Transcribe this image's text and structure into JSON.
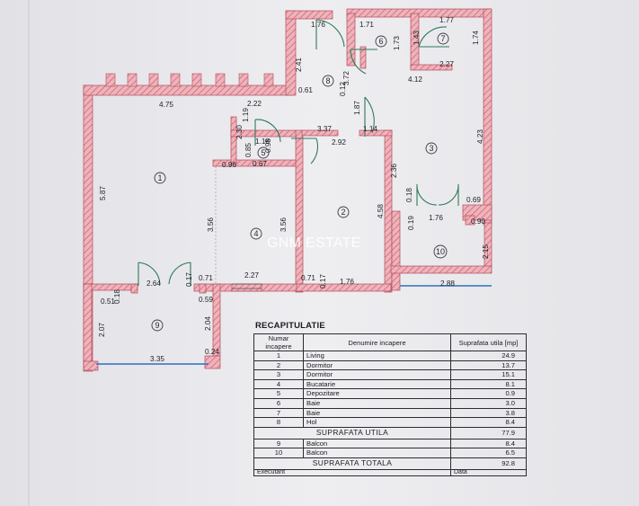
{
  "watermark": "GNM ESTATE",
  "dimensions": [
    "1.76",
    "1.71",
    "1.77",
    "2.41",
    "1.43",
    "1.73",
    "1.74",
    "2.27",
    "3.72",
    "4.12",
    "0.12",
    "0.61",
    "4.75",
    "2.22",
    "1.87",
    "1.19",
    "2.30",
    "1.18",
    "0.95",
    "0.85",
    "0.67",
    "3.37",
    "2.92",
    "1.14",
    "0.96",
    "4.23",
    "2.36",
    "5.87",
    "3.56",
    "3.56",
    "4.58",
    "0.19",
    "0.18",
    "1.76",
    "0.69",
    "0.90",
    "2.15",
    "2.64",
    "0.17",
    "0.71",
    "2.27",
    "0.71",
    "0.17",
    "1.76",
    "2.88",
    "0.51",
    "0.18",
    "0.59",
    "2.07",
    "2.04",
    "3.35",
    "0.24"
  ],
  "room_numbers": [
    "6",
    "7",
    "8",
    "5",
    "1",
    "3",
    "2",
    "4",
    "10",
    "9"
  ],
  "recap": {
    "title": "RECAPITULATIE",
    "headers": {
      "num": "Numar incapere",
      "name": "Denumire incapere",
      "area": "Suprafata utila [mp]"
    },
    "rooms": [
      {
        "num": "1",
        "name": "Living",
        "area": "24.9"
      },
      {
        "num": "2",
        "name": "Dormitor",
        "area": "13.7"
      },
      {
        "num": "3",
        "name": "Dormitor",
        "area": "15.1"
      },
      {
        "num": "4",
        "name": "Bucatarie",
        "area": "8.1"
      },
      {
        "num": "5",
        "name": "Depozitare",
        "area": "0.9"
      },
      {
        "num": "6",
        "name": "Baie",
        "area": "3.0"
      },
      {
        "num": "7",
        "name": "Baie",
        "area": "3.8"
      },
      {
        "num": "8",
        "name": "Hol",
        "area": "8.4"
      }
    ],
    "useful_label": "SUPRAFATA UTILA",
    "useful_value": "77.9",
    "balconies": [
      {
        "num": "9",
        "name": "Balcon",
        "area": "8.4"
      },
      {
        "num": "10",
        "name": "Balcon",
        "area": "6.5"
      }
    ],
    "total_label": "SUPRAFATA TOTALA",
    "total_value": "92.8",
    "footer_left": "Executant",
    "footer_right": "Data"
  },
  "colors": {
    "wall_fill": "#e9a9b1",
    "wall_stroke": "#b54a5a",
    "balcony_line": "#2f6fbf"
  }
}
